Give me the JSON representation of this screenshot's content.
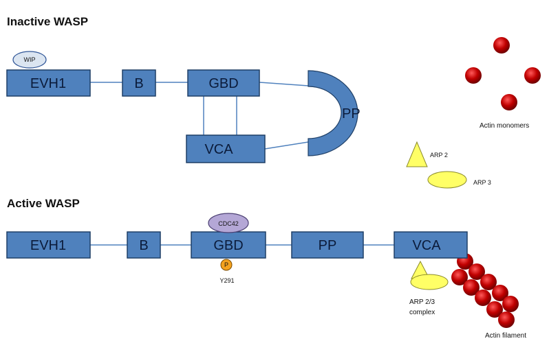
{
  "inactive": {
    "title": "Inactive WASP",
    "wip_label": "WIP",
    "domains": {
      "evh1": "EVH1",
      "b": "B",
      "gbd": "GBD",
      "vca": "VCA",
      "pp": "PP"
    }
  },
  "active": {
    "title": "Active WASP",
    "cdc42_label": "CDC42",
    "phospho_label": "P",
    "y291_label": "Y291",
    "domains": {
      "evh1": "EVH1",
      "b": "B",
      "gbd": "GBD",
      "pp": "PP",
      "vca": "VCA"
    }
  },
  "legend": {
    "actin_monomers": "Actin monomers",
    "arp2": "ARP 2",
    "arp3": "ARP 3",
    "arp23_line1": "ARP 2/3",
    "arp23_line2": "complex",
    "actin_filament": "Actin filament"
  },
  "colors": {
    "domain_fill": "#4f81bd",
    "domain_stroke": "#1f3f66",
    "actin": "#c00000",
    "arp": "#ffff66",
    "cdc42": "#b4a7d6",
    "wip": "#dbe5f1",
    "phospho": "#f4a21f"
  }
}
